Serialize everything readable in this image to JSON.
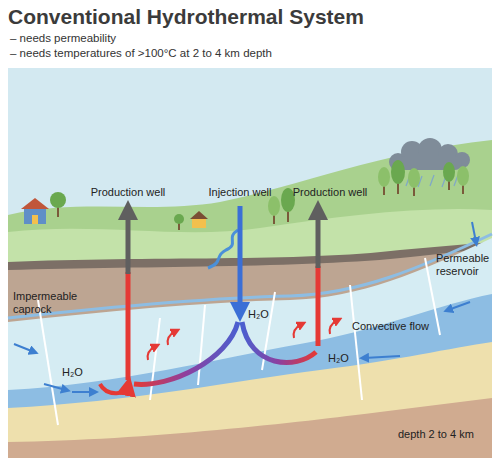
{
  "diagram": {
    "title": "Conventional Hydrothermal System",
    "labels": [
      "– needs permeability",
      "– needs temperatures of >100°C at 2 to 4 km depth",
      "Production well",
      "Injection well",
      "Production well",
      "Impermeable caprock",
      "Permeable reservoir",
      "Convective flow",
      "H₂O",
      "H₂O",
      "H₂O",
      "depth 2 to 4 km"
    ]
  }
}
